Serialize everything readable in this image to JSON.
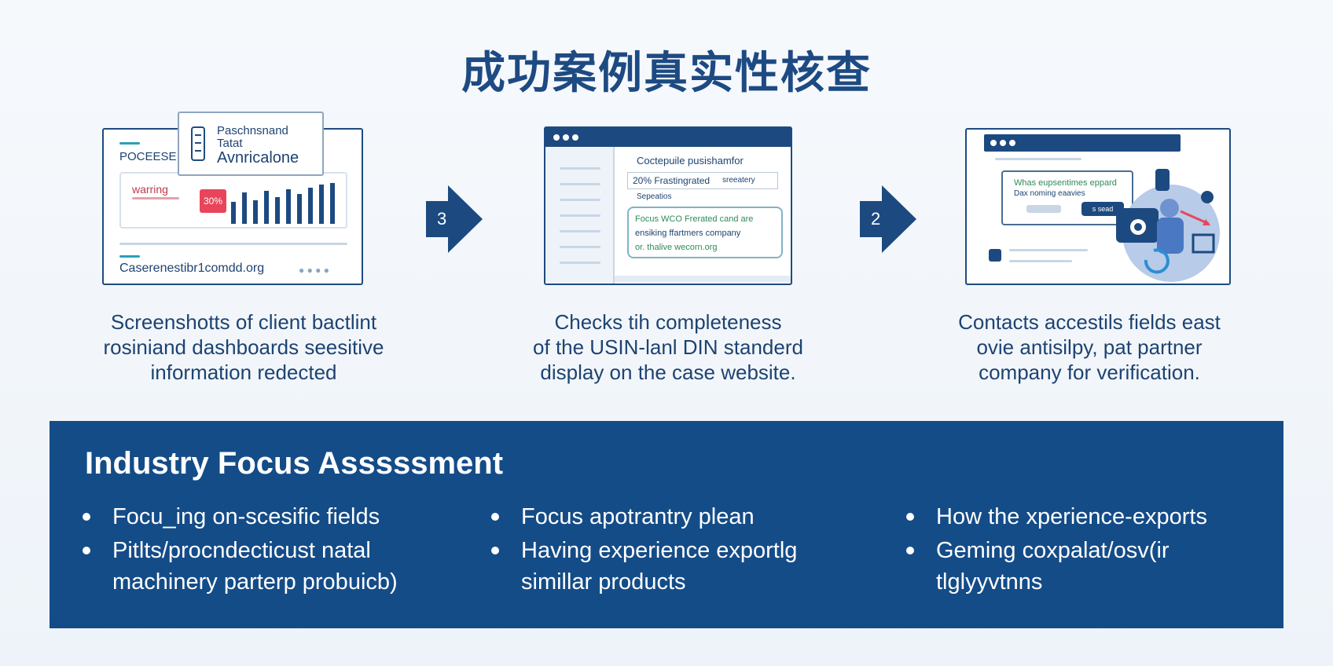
{
  "title": "成功案例真实性核查",
  "steps": [
    {
      "card": {
        "popup_line1": "Paschnsnand",
        "popup_line2": "Tatat",
        "popup_line3": "Avnricalone",
        "header_label": "POCEESE",
        "warning_label": "warring",
        "badge": "30%",
        "footer_url": "Caserenestibr1comdd.org"
      },
      "caption": [
        "Screenshotts of client bactlint",
        "rosiniand dashboards seesitive",
        "information redected"
      ]
    },
    {
      "card": {
        "heading": "Coctepuile pusishamfor",
        "field_value": "20% Frastingrated",
        "field_tag": "sreeatery",
        "section_label": "Sepeatios",
        "note_line1": "Focus WCO Frerated cand are",
        "note_line2": "ensiking ffartmers company",
        "note_line3": "or. thalive wecorn.org"
      },
      "caption": [
        "Checks tih completeness",
        "of the USIN-lanl DIN standerd",
        "display on the case website."
      ]
    },
    {
      "card": {
        "bubble_line1": "Whas eupsentimes eppard",
        "bubble_line2": "Dax noming eaavies",
        "bubble_button": "s sead"
      },
      "caption": [
        "Contacts accestils fields east",
        "ovie antisilpy, pat partner",
        "company for verification."
      ]
    }
  ],
  "arrows": [
    "3",
    "2"
  ],
  "panel": {
    "title": "Industry Focus Asssssment",
    "columns": [
      [
        "Focu_ing on-scesific fields",
        "Pitlts/procndecticust natal machinery parterp probuicb)"
      ],
      [
        "Focus apotrantry plean",
        "Having experience exportlg simillar products"
      ],
      [
        "How the xperience-exports",
        "Geming coxpalat/osv(ir tlglyyvtnns"
      ]
    ]
  },
  "colors": {
    "primary": "#144c88",
    "accent_red": "#e8455a",
    "accent_green": "#2e8b57"
  },
  "chart_data": {
    "type": "bar",
    "values": [
      28,
      40,
      30,
      42,
      34,
      44,
      38,
      46,
      50,
      52
    ]
  }
}
